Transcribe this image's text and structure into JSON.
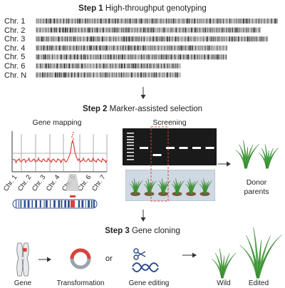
{
  "step1": {
    "label": "Step 1",
    "title": "High-throughput genotyping",
    "chromosomes": [
      {
        "name": "Chr. 1",
        "length": 1.0
      },
      {
        "name": "Chr. 2",
        "length": 0.93
      },
      {
        "name": "Chr. 3",
        "length": 0.96
      },
      {
        "name": "Chr. 4",
        "length": 0.79
      },
      {
        "name": "Chr. 5",
        "length": 0.79
      },
      {
        "name": "Chr. 6",
        "length": 0.6
      },
      {
        "name": "Chr. N",
        "length": 0.6
      }
    ]
  },
  "step2": {
    "label": "Step 2",
    "title": "Marker-assisted selection",
    "mapping": {
      "title": "Gene mapping",
      "chromosomes": [
        "Chr. 1",
        "Chr. 2",
        "Chr. 3",
        "Chr. 4",
        "Chr. 5",
        "Chr. 6",
        "Chr. 7"
      ]
    },
    "screening": {
      "title": "Screening",
      "lanes": 6,
      "selected_lane": 2
    },
    "donor": {
      "line1": "Donor",
      "line2": "parents"
    }
  },
  "step3": {
    "label": "Step 3",
    "title": "Gene cloning",
    "or": "or",
    "labels": {
      "gene": "Gene",
      "transformation": "Transformation",
      "gene_editing": "Gene editing",
      "wild": "Wild",
      "edited": "Edited"
    }
  },
  "colors": {
    "accent_red": "#d9433a",
    "gel_bg": "#1a1a1a",
    "tray_bg": "#cfd9e3",
    "plant_green": "#3f9a3a",
    "chr_blue": "#2f4f8f",
    "arrow": "#333333"
  }
}
